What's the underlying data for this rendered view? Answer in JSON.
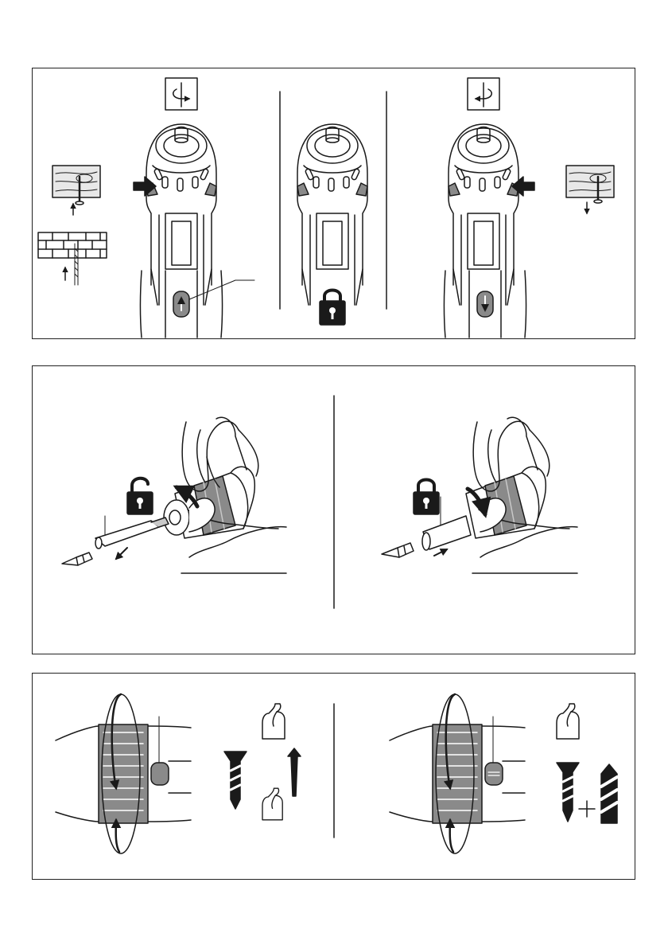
{
  "page": {
    "panels": [
      {
        "id": "rotation-direction-selector",
        "figure": "A",
        "sections": [
          "clockwise",
          "lock",
          "counter-clockwise"
        ]
      },
      {
        "id": "bit-holder-change",
        "figure": "B",
        "sections": [
          "unlock-remove",
          "lock-insert"
        ]
      },
      {
        "id": "torque-collar",
        "figure": "C",
        "sections": [
          "torque-settings",
          "drill-mode"
        ]
      }
    ]
  },
  "icons": {
    "clockwise": "rotation-cw-icon",
    "counter_clockwise": "rotation-ccw-icon",
    "locked": "padlock-closed-icon",
    "unlocked": "padlock-open-icon",
    "power": "flexed-arm-icon",
    "screw": "screw-icon",
    "drill": "drill-bit-icon",
    "plus": "plus-icon"
  },
  "colors": {
    "line": "#1a1a1a",
    "fill_gray": "#8a8a8a",
    "light_gray": "#c8c8c8",
    "wood": "#e8e8e8"
  }
}
